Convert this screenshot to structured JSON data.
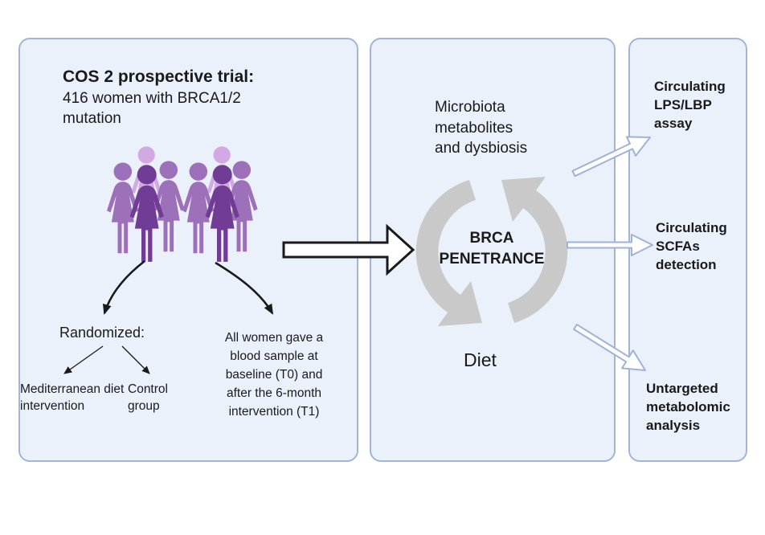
{
  "figure": {
    "left_panel": {
      "title": "COS 2 prospective trial:",
      "subtitle": "416 women with BRCA1/2 mutation",
      "randomized_label": "Randomized:",
      "arm_1": "Mediterranean diet intervention",
      "arm_2": "Control group",
      "blood_note": "All women gave a blood sample at baseline (T0) and after the 6-month intervention (T1)"
    },
    "middle_panel": {
      "top_label": "Microbiota metabolites and dysbiosis",
      "center_label": "BRCA PENETRANCE",
      "bottom_label": "Diet"
    },
    "right_panel": {
      "items": [
        "Circulating LPS/LBP assay",
        "Circulating SCFAs detection",
        "Untargeted metabolomic analysis"
      ]
    },
    "icons": {
      "women_group": "women-group-icon",
      "cycle": "cycle-arrows-icon",
      "flow": "flow-arrow-icon"
    }
  },
  "colors": {
    "panel_bg": "#eaf1fb",
    "panel_border": "#a4b4d7",
    "accent_arrow": "#9fb3da",
    "cycle_gray": "#c9c9c9",
    "woman_light": "#d2a9e4",
    "woman_medium": "#9d70ba",
    "woman_dark": "#713c95",
    "text": "#1a1a1a"
  }
}
